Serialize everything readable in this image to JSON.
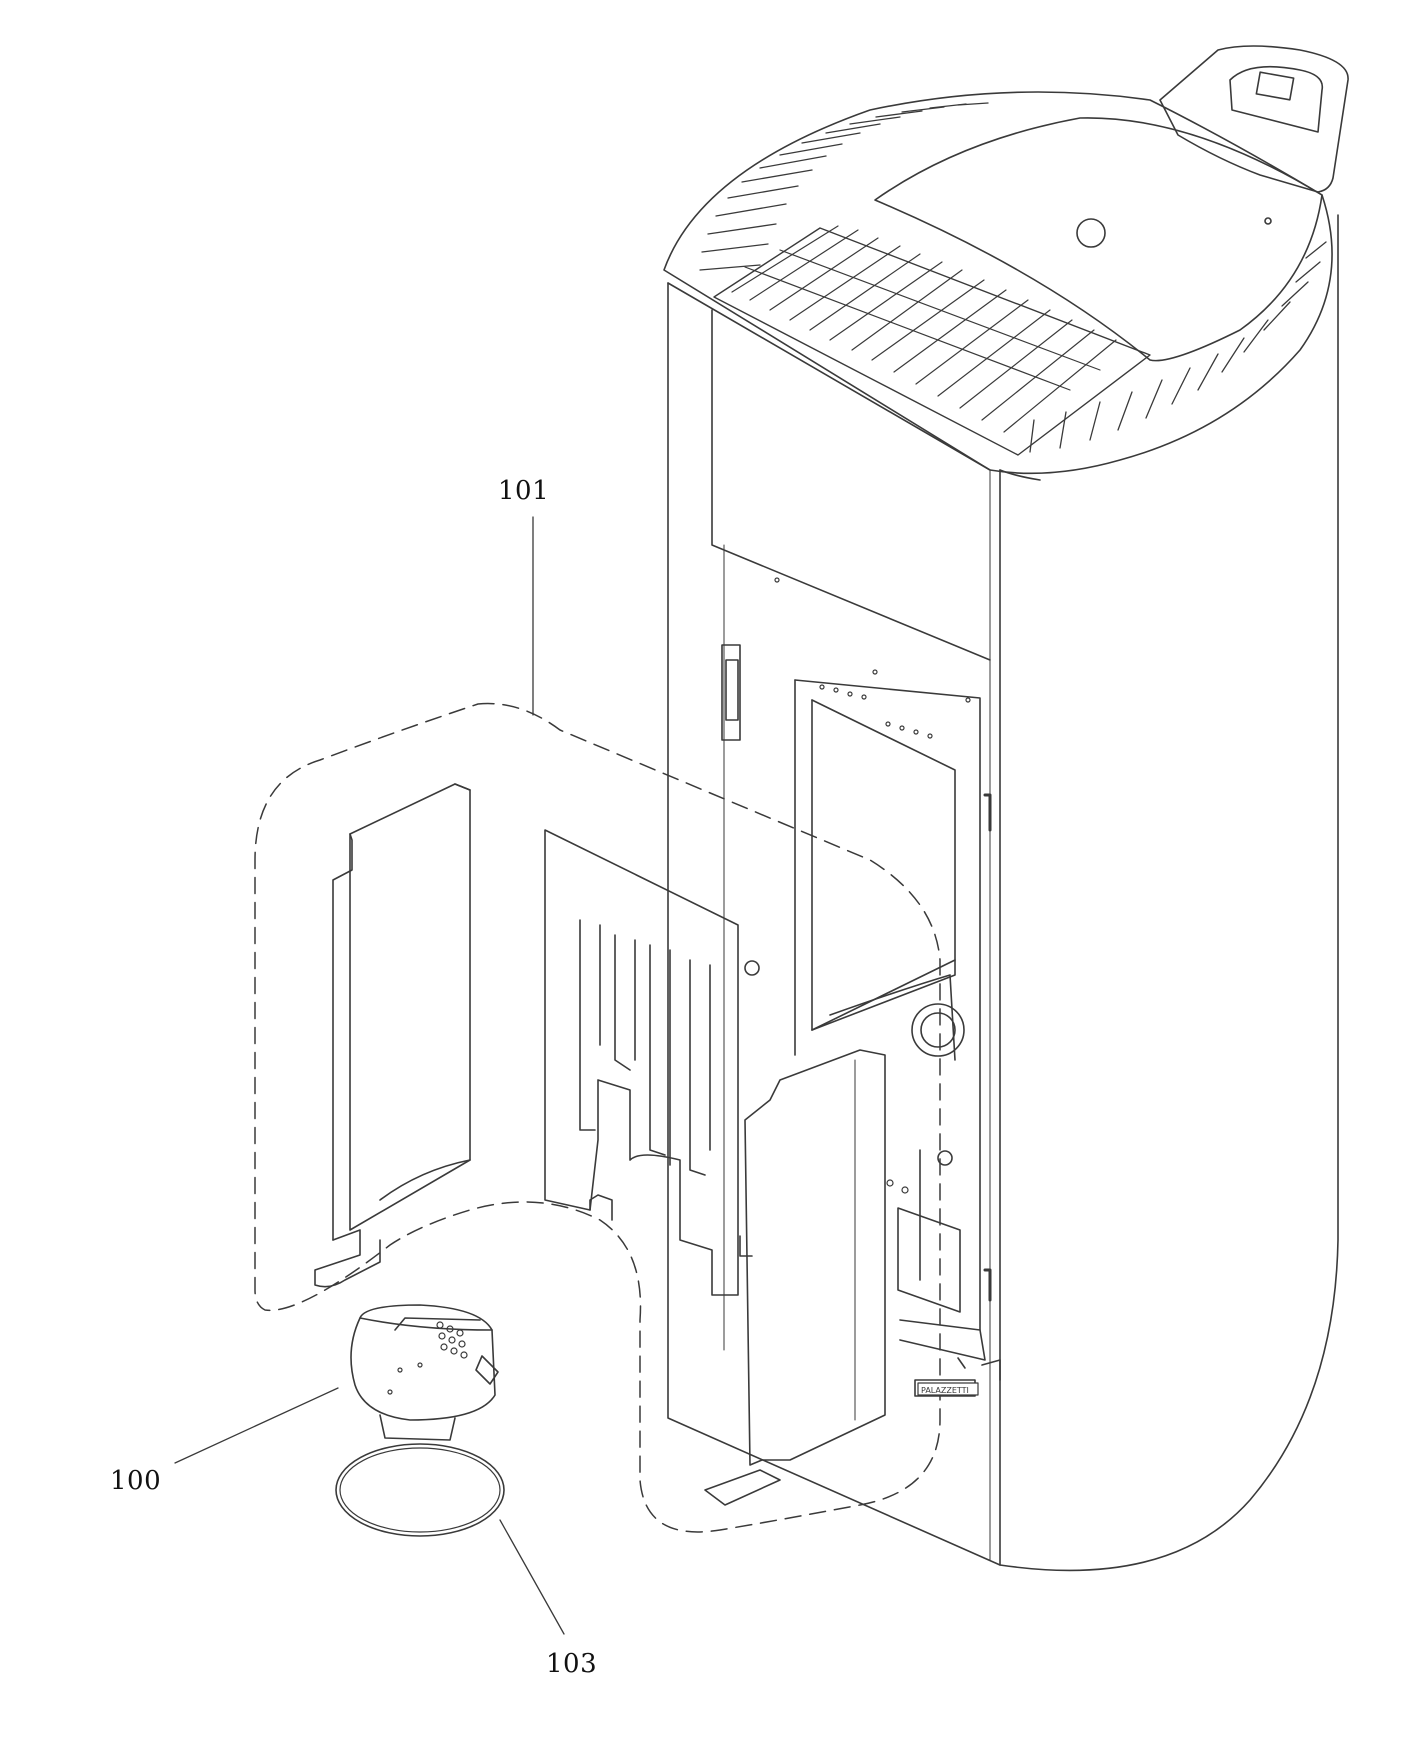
{
  "diagram": {
    "callouts": [
      {
        "id": "101",
        "label": "101"
      },
      {
        "id": "100",
        "label": "100"
      },
      {
        "id": "103",
        "label": "103"
      }
    ],
    "nameplate_text": "PALAZZETTI",
    "colors": {
      "line": "#3a3a3a",
      "background": "#ffffff"
    }
  }
}
